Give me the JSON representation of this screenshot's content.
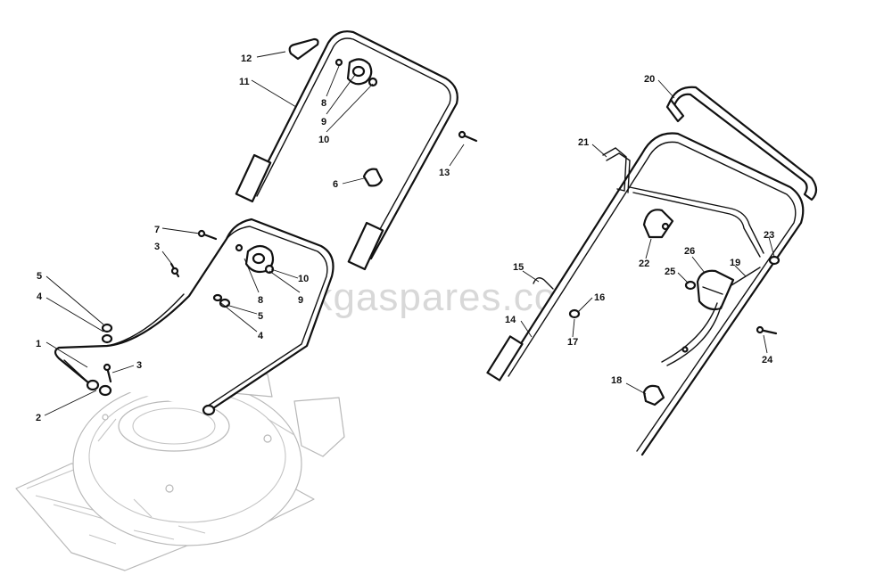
{
  "watermark": "ukgaspares.co.uk",
  "callouts": [
    {
      "id": "c1",
      "label": "1"
    },
    {
      "id": "c2",
      "label": "2"
    },
    {
      "id": "c3a",
      "label": "3"
    },
    {
      "id": "c3b",
      "label": "3"
    },
    {
      "id": "c4a",
      "label": "4"
    },
    {
      "id": "c4b",
      "label": "4"
    },
    {
      "id": "c5a",
      "label": "5"
    },
    {
      "id": "c5b",
      "label": "5"
    },
    {
      "id": "c6",
      "label": "6"
    },
    {
      "id": "c7",
      "label": "7"
    },
    {
      "id": "c8a",
      "label": "8"
    },
    {
      "id": "c8b",
      "label": "8"
    },
    {
      "id": "c9a",
      "label": "9"
    },
    {
      "id": "c9b",
      "label": "9"
    },
    {
      "id": "c10a",
      "label": "10"
    },
    {
      "id": "c10b",
      "label": "10"
    },
    {
      "id": "c11",
      "label": "11"
    },
    {
      "id": "c12",
      "label": "12"
    },
    {
      "id": "c13",
      "label": "13"
    },
    {
      "id": "c14",
      "label": "14"
    },
    {
      "id": "c15",
      "label": "15"
    },
    {
      "id": "c16",
      "label": "16"
    },
    {
      "id": "c17",
      "label": "17"
    },
    {
      "id": "c18",
      "label": "18"
    },
    {
      "id": "c19",
      "label": "19"
    },
    {
      "id": "c20",
      "label": "20"
    },
    {
      "id": "c21",
      "label": "21"
    },
    {
      "id": "c22",
      "label": "22"
    },
    {
      "id": "c23",
      "label": "23"
    },
    {
      "id": "c24",
      "label": "24"
    },
    {
      "id": "c25",
      "label": "25"
    },
    {
      "id": "c26",
      "label": "26"
    }
  ]
}
